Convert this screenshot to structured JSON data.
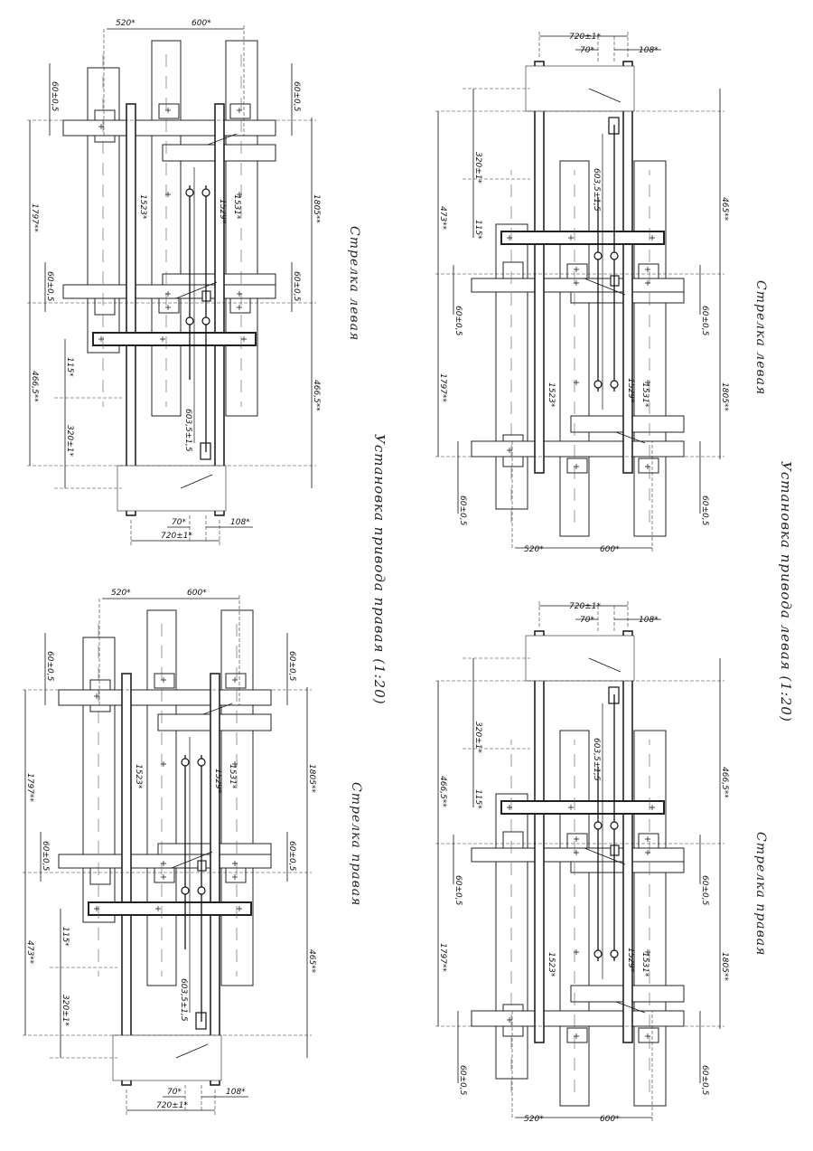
{
  "titles": {
    "right_install": "Установка привода правая (1:20)",
    "left_install": "Установка привода левая (1:20)"
  },
  "panels": [
    {
      "name": "top-left",
      "caption": "Стрелка левая",
      "dims": {
        "d520": "520*",
        "d600": "600*",
        "l_top": "60±0,5",
        "r_top": "60±0,5",
        "d1797": "1797**",
        "d1805": "1805**",
        "l_mid": "60±0,5",
        "r_mid": "60±0,5",
        "l_bot": "466,5**",
        "r_bot": "466,5**",
        "d115": "115*",
        "d320": "320±1*",
        "d70": "70*",
        "d108": "108*",
        "d720": "720±1*",
        "d1523": "1523*",
        "d1529": "1529*",
        "d1531": "1531*",
        "d603": "603,5±1,5"
      }
    },
    {
      "name": "top-right",
      "caption": "Стрелка левая",
      "dims": {
        "d520": "520*",
        "d600": "600*",
        "l_top": "60±0,5",
        "r_top": "60±0,5",
        "d1797": "1797**",
        "d1805": "1805**",
        "l_mid": "60±0,5",
        "r_mid": "60±0,5",
        "l_bot": "473**",
        "r_bot": "465**",
        "d115": "115*",
        "d320": "320±1*",
        "d70": "70*",
        "d108": "108*",
        "d720": "720±1*",
        "d1523": "1523*",
        "d1529": "1529*",
        "d1531": "1531*",
        "d603": "603,5±1,5"
      }
    },
    {
      "name": "bottom-left",
      "caption": "Стрелка правая",
      "dims": {
        "d520": "520*",
        "d600": "600*",
        "l_top": "60±0,5",
        "r_top": "60±0,5",
        "d1797": "1797**",
        "d1805": "1805**",
        "l_mid": "60±0,5",
        "r_mid": "60±0,5",
        "l_bot": "473**",
        "r_bot": "465**",
        "d115": "115*",
        "d320": "320±1*",
        "d70": "70*",
        "d108": "108*",
        "d720": "720±1*",
        "d1523": "1523*",
        "d1529": "1529*",
        "d1531": "1531*",
        "d603": "603,5±1,5"
      }
    },
    {
      "name": "bottom-right",
      "caption": "Стрелка правая",
      "dims": {
        "d520": "520*",
        "d600": "600*",
        "l_top": "60±0,5",
        "r_top": "60±0,5",
        "d1797": "1797**",
        "d1805": "1805**",
        "l_mid": "60±0,5",
        "r_mid": "60±0,5",
        "l_bot": "466,5**",
        "r_bot": "466,5**",
        "d115": "115*",
        "d320": "320±1*",
        "d70": "70*",
        "d108": "108*",
        "d720": "720±1*",
        "d1523": "1523*",
        "d1529": "1529*",
        "d1531": "1531*",
        "d603": "603,5±1,5"
      }
    }
  ]
}
